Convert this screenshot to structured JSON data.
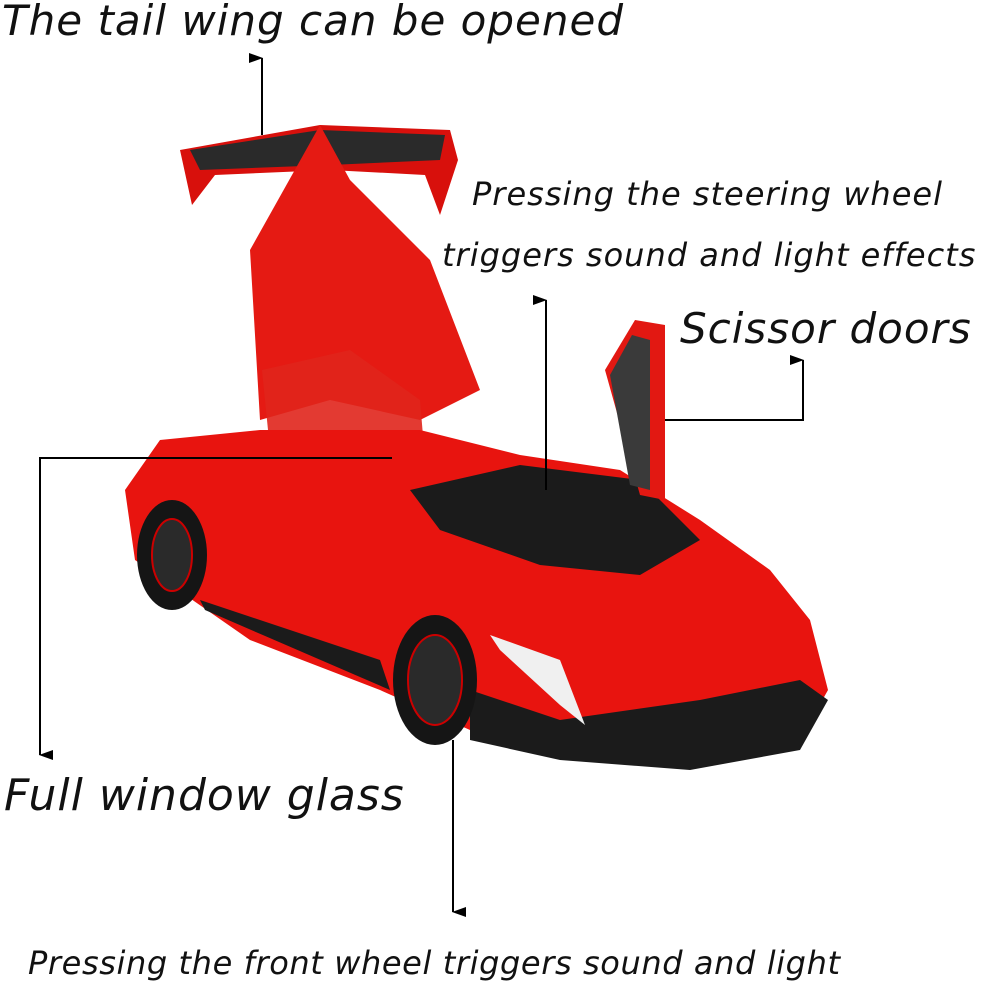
{
  "labels": {
    "tail_wing": "The tail wing can be opened",
    "steering_line1": "Pressing the steering wheel",
    "steering_line2": "triggers sound and light effects",
    "scissor_doors": "Scissor doors",
    "window_glass": "Full window glass",
    "front_wheel": "Pressing the front wheel triggers sound and light"
  },
  "colors": {
    "body": "#e8140f",
    "dark": "#1a1a1a",
    "line": "#000000"
  }
}
